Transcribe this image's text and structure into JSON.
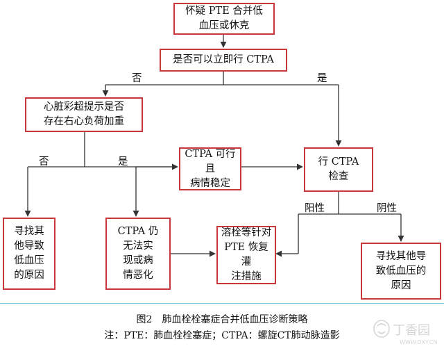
{
  "nodes": {
    "suspect": "怀疑 PTE 合并低\n血压或休克",
    "ctpa_now": "是否可以立即行 CTPA",
    "echo": "心脏彩超提示是否\n存在右心负荷加重",
    "ctpa_stable": "CTPA 可行且\n病情稳定",
    "do_ctpa": "行 CTPA\n检查",
    "find_left": "寻找其\n他导致\n低血压\n的原因",
    "still_no": "CTPA 仍\n无法实\n现或病\n情恶化",
    "thrombolysis": "溶栓等针对\nPTE 恢复灌\n注措施",
    "find_right": "寻找其他导\n致低血压的\n原因"
  },
  "labels": {
    "no_top": "否",
    "yes_top": "是",
    "no_echo": "否",
    "yes_echo": "是",
    "positive": "阳性",
    "negative": "阴性"
  },
  "caption": {
    "title": "图2　肺血栓栓塞症合并低血压诊断策略",
    "note": "注：PTE：肺血栓栓塞症；CTPA：螺旋CT肺动脉造影"
  },
  "watermark": {
    "brand": "丁香园",
    "url": "WWW.DXY.CN"
  },
  "colors": {
    "box_border": "#c8373c",
    "line": "#333333",
    "separator": "#7fc5dd",
    "watermark": "#d5d5d5"
  }
}
